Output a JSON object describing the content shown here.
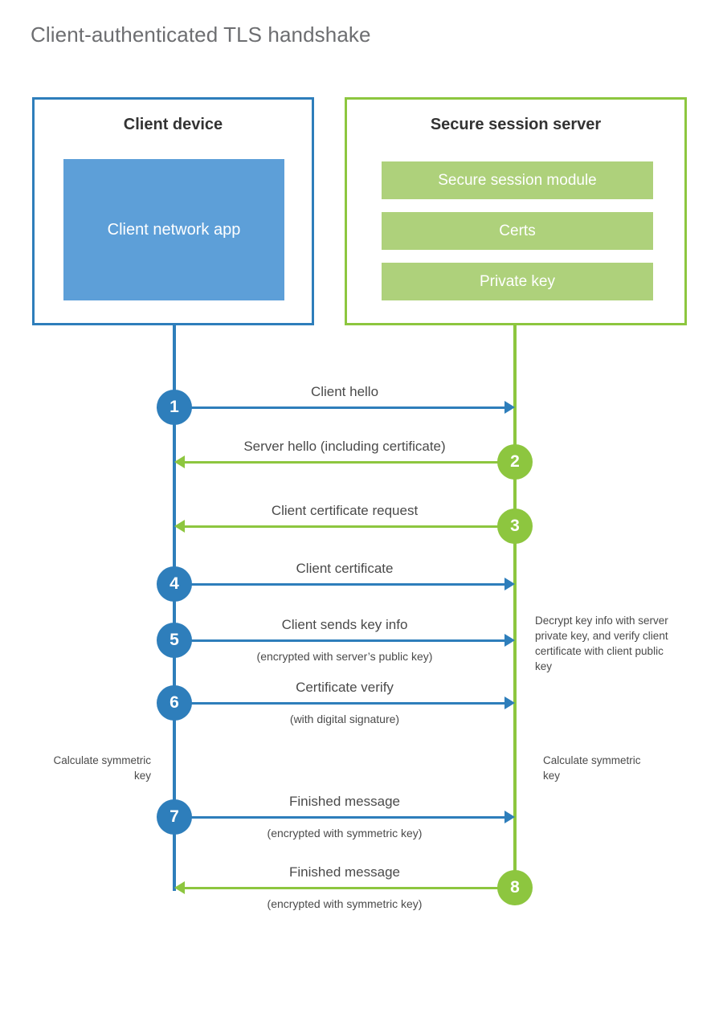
{
  "title": "Client-authenticated TLS handshake",
  "colors": {
    "blue_border": "#2E7EBB",
    "blue_fill": "#5D9FD8",
    "green_border": "#8DC63F",
    "green_fill": "#AED17B",
    "title_gray": "#6d6e71",
    "text_gray": "#4a4a4a"
  },
  "client": {
    "title": "Client device",
    "app_label": "Client network app"
  },
  "server": {
    "title": "Secure session server",
    "blocks": [
      {
        "label": "Secure session module"
      },
      {
        "label": "Certs"
      },
      {
        "label": "Private key"
      }
    ]
  },
  "steps": [
    {
      "number": "1",
      "label": "Client hello",
      "sub": "",
      "direction": "client-to-server",
      "color": "blue"
    },
    {
      "number": "2",
      "label": "Server hello (including certificate)",
      "sub": "",
      "direction": "server-to-client",
      "color": "green"
    },
    {
      "number": "3",
      "label": "Client certificate request",
      "sub": "",
      "direction": "server-to-client",
      "color": "green"
    },
    {
      "number": "4",
      "label": "Client certificate",
      "sub": "",
      "direction": "client-to-server",
      "color": "blue"
    },
    {
      "number": "5",
      "label": "Client sends key info",
      "sub": "(encrypted with server’s public key)",
      "direction": "client-to-server",
      "color": "blue"
    },
    {
      "number": "6",
      "label": "Certificate verify",
      "sub": "(with digital signature)",
      "direction": "client-to-server",
      "color": "blue"
    },
    {
      "number": "7",
      "label": "Finished message",
      "sub": "(encrypted with symmetric key)",
      "direction": "client-to-server",
      "color": "blue"
    },
    {
      "number": "8",
      "label": "Finished message",
      "sub": "(encrypted with symmetric key)",
      "direction": "server-to-client",
      "color": "green"
    }
  ],
  "notes": {
    "server_decrypt": "Decrypt key info with server private key, and verify client certificate with client public key",
    "client_calculate": "Calculate symmetric key",
    "server_calculate": "Calculate symmetric key"
  }
}
